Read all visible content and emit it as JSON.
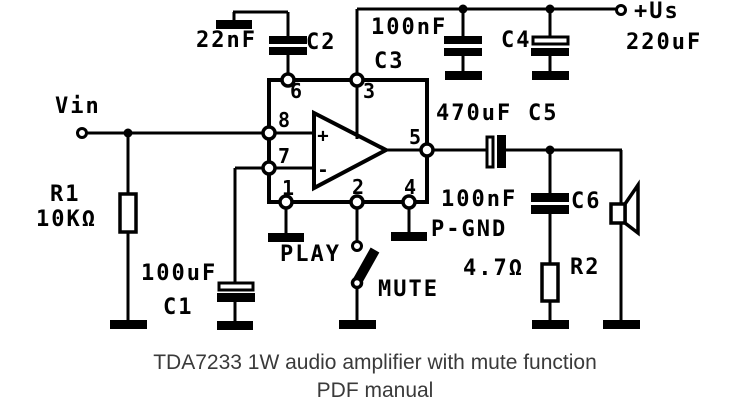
{
  "colors": {
    "ink": "#000000",
    "caption_text": "#3a3a3a",
    "background": "#ffffff"
  },
  "terminals": {
    "input_label": "Vin",
    "supply_label": "+Us"
  },
  "ic_pins": {
    "p1": "1",
    "p2": "2",
    "p3": "3",
    "p4": "4",
    "p5": "5",
    "p6": "6",
    "p7": "7",
    "p8": "8",
    "noninverting": "+",
    "inverting": "-"
  },
  "components": {
    "r1": {
      "name": "R1",
      "value": "10KΩ"
    },
    "r2": {
      "name": "R2",
      "value": "4.7Ω"
    },
    "c1": {
      "name": "C1",
      "value": "100uF"
    },
    "c2": {
      "name": "C2",
      "value": "22nF"
    },
    "c3": {
      "name": "C3",
      "value": "100nF"
    },
    "c4": {
      "name": "C4",
      "value": "220uF"
    },
    "c5": {
      "name": "C5",
      "value": "470uF"
    },
    "c6": {
      "name": "C6",
      "value": "100nF"
    }
  },
  "annotations": {
    "play": "PLAY",
    "mute": "MUTE",
    "power_ground": "P-GND"
  },
  "caption": {
    "line1": "TDA7233 1W audio amplifier with mute function",
    "line2": "PDF manual"
  }
}
